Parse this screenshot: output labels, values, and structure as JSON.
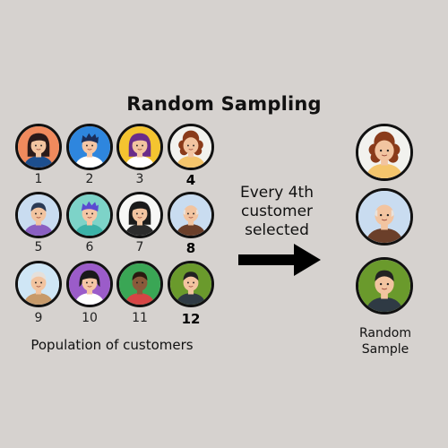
{
  "title": "Random Sampling",
  "population_caption": "Population of customers",
  "rule_text": "Every 4th customer selected",
  "sample_label": "Random Sample",
  "customers": [
    {
      "number": "1",
      "selected": false,
      "bg": "#f08a5d",
      "skin": "#f2c4a0",
      "hair": "#2a1a1a",
      "shirt": "#1d4f8f",
      "style": "longhair"
    },
    {
      "number": "2",
      "selected": false,
      "bg": "#2e86de",
      "skin": "#f5c6a5",
      "hair": "#1b2e5a",
      "shirt": "#ffffff",
      "style": "spiky"
    },
    {
      "number": "3",
      "selected": false,
      "bg": "#f4c430",
      "skin": "#f2c4a0",
      "hair": "#6a2c8a",
      "shirt": "#ffffff",
      "style": "longhair"
    },
    {
      "number": "4",
      "selected": true,
      "bg": "#f2f2ee",
      "skin": "#f2c4a0",
      "hair": "#8a3b1a",
      "shirt": "#f4c56c",
      "style": "curly"
    },
    {
      "number": "5",
      "selected": false,
      "bg": "#c9dcf0",
      "skin": "#f2c4a0",
      "hair": "#2a3a55",
      "shirt": "#8a5fc2",
      "style": "short"
    },
    {
      "number": "6",
      "selected": false,
      "bg": "#7dd3c8",
      "skin": "#f5c6a5",
      "hair": "#5a4bd1",
      "shirt": "#3bb2a8",
      "style": "spiky"
    },
    {
      "number": "7",
      "selected": false,
      "bg": "#f7f7f5",
      "skin": "#f2c4a0",
      "hair": "#1a1a1a",
      "shirt": "#2b2b2b",
      "style": "longhair"
    },
    {
      "number": "8",
      "selected": true,
      "bg": "#c9dcf0",
      "skin": "#f2c4a0",
      "hair": "#e8e2dc",
      "shirt": "#6b3f2a",
      "style": "bald"
    },
    {
      "number": "9",
      "selected": false,
      "bg": "#cfe6f5",
      "skin": "#f2c4a0",
      "hair": "#e6e0da",
      "shirt": "#c79a6a",
      "style": "short"
    },
    {
      "number": "10",
      "selected": false,
      "bg": "#9b5cc9",
      "skin": "#f5c6a5",
      "hair": "#1a1a1a",
      "shirt": "#ffffff",
      "style": "bob"
    },
    {
      "number": "11",
      "selected": false,
      "bg": "#3aa655",
      "skin": "#8a5a3a",
      "hair": "#2a1a10",
      "shirt": "#d64545",
      "style": "short"
    },
    {
      "number": "12",
      "selected": true,
      "bg": "#6a9a2c",
      "skin": "#f2c4a0",
      "hair": "#222222",
      "shirt": "#2f3a44",
      "style": "short"
    }
  ]
}
